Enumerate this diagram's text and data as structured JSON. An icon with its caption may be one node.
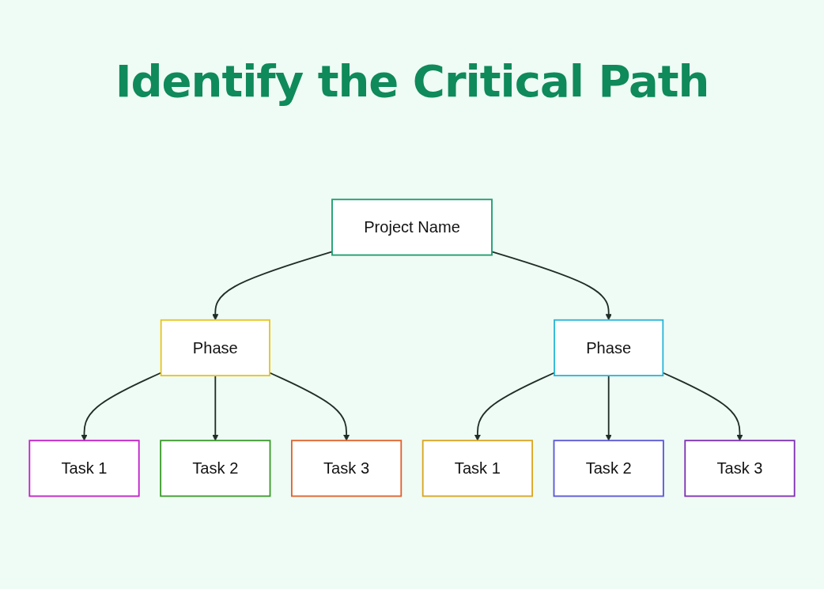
{
  "diagram": {
    "title": "Identify the Critical Path",
    "nodes": [
      {
        "text": [
          "Project Name"
        ]
      },
      {
        "text": [
          "Phase"
        ]
      },
      {
        "text": [
          "Phase"
        ]
      },
      {
        "text": [
          "Task 1"
        ]
      },
      {
        "text": [
          "Task 2"
        ]
      },
      {
        "text": [
          "Task 3"
        ]
      },
      {
        "text": [
          "Task 1"
        ]
      },
      {
        "text": [
          "Task 2"
        ]
      },
      {
        "text": [
          "Task 3"
        ]
      }
    ],
    "edges": [
      {
        "from": 0,
        "to": 1,
        "arrow": "to"
      },
      {
        "from": 0,
        "to": 2,
        "arrow": "to"
      },
      {
        "from": 1,
        "to": 3,
        "arrow": "to"
      },
      {
        "from": 1,
        "to": 4,
        "arrow": "to"
      },
      {
        "from": 1,
        "to": 5,
        "arrow": "to"
      },
      {
        "from": 2,
        "to": 6,
        "arrow": "to"
      },
      {
        "from": 2,
        "to": 7,
        "arrow": "to"
      },
      {
        "from": 2,
        "to": 8,
        "arrow": "to"
      }
    ]
  }
}
